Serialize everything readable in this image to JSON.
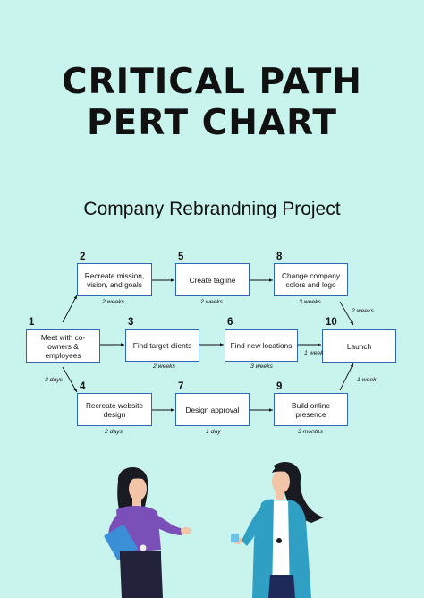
{
  "header": {
    "title_line1": "CRITICAL PATH",
    "title_line2": "PERT CHART",
    "subtitle": "Company Rebrandning Project"
  },
  "nodes": {
    "n1": {
      "num": "1",
      "label": "Meet with co-owners & employees"
    },
    "n2": {
      "num": "2",
      "label": "Recreate mission, vision, and goals"
    },
    "n3": {
      "num": "3",
      "label": "Find target clients"
    },
    "n4": {
      "num": "4",
      "label": "Recreate website design"
    },
    "n5": {
      "num": "5",
      "label": "Create tagline"
    },
    "n6": {
      "num": "6",
      "label": "Find new locations"
    },
    "n7": {
      "num": "7",
      "label": "Design approval"
    },
    "n8": {
      "num": "8",
      "label": "Change company colors and logo"
    },
    "n9": {
      "num": "9",
      "label": "Build online presence"
    },
    "n10": {
      "num": "10",
      "label": "Launch"
    }
  },
  "durations": {
    "d2": "2 weeks",
    "d5": "2 weeks",
    "d8": "3 weeks",
    "d8_10": "2 weeks",
    "d3": "2 weeks",
    "d6": "3 weeks",
    "d6_10": "1 week",
    "d1_4": "3 days",
    "d4": "2 days",
    "d7": "1 day",
    "d9": "3 months",
    "d9_10": "1 week"
  },
  "colors": {
    "background": "#c9f4ee",
    "node_border": "#2e67b6",
    "purple_shirt": "#7b4fb8",
    "teal_jacket": "#2f9fc4"
  }
}
